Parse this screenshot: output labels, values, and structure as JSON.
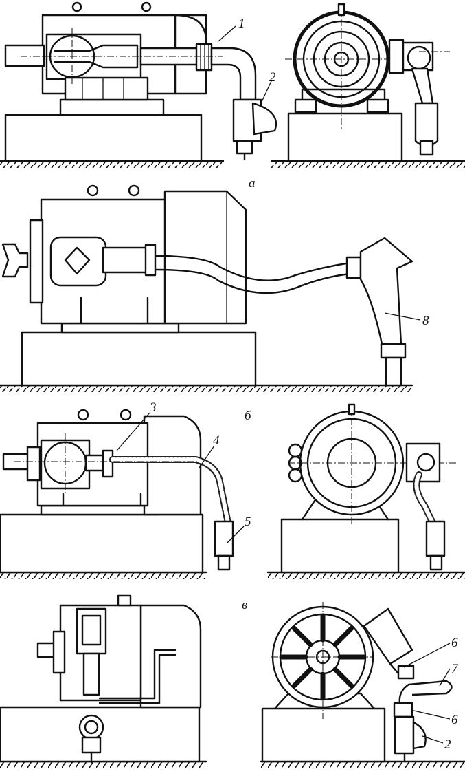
{
  "labels": {
    "n1": "1",
    "n2_top": "2",
    "n8": "8",
    "n3": "3",
    "n4": "4",
    "n5": "5",
    "n6_upper": "6",
    "n7": "7",
    "n6_lower": "6",
    "n2_bottom": "2"
  },
  "captions": {
    "a": "а",
    "b": "б",
    "v": "в"
  }
}
